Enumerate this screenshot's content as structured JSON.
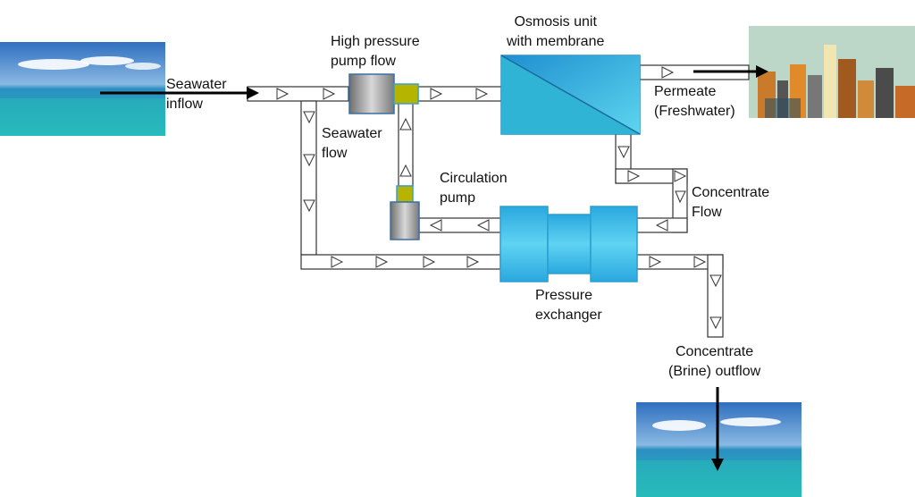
{
  "labels": {
    "seawater_inflow_1": "Seawater",
    "seawater_inflow_2": "inflow",
    "high_pressure_1": "High pressure",
    "high_pressure_2": "pump flow",
    "osmosis_1": "Osmosis unit",
    "osmosis_2": "with membrane",
    "permeate_1": "Permeate",
    "permeate_2": "(Freshwater)",
    "seawater_flow_1": "Seawater",
    "seawater_flow_2": "flow",
    "circulation_1": "Circulation",
    "circulation_2": "pump",
    "concentrate_flow_1": "Concentrate",
    "concentrate_flow_2": "Flow",
    "pressure_exchanger_1": "Pressure",
    "pressure_exchanger_2": "exchanger",
    "brine_1": "Concentrate",
    "brine_2": "(Brine) outflow"
  },
  "colors": {
    "pipe_stroke": "#333333",
    "pump_gray": "#9a9a9a",
    "pump_olive": "#b5b400",
    "membrane_blue": "#35b8e6",
    "exchanger_blue": "#41c4ee",
    "sea_blue": "#1f8bb8",
    "sky_blue": "#4a86c8",
    "city_sky": "#bcd7c7"
  },
  "icons": [
    "seawater-photo",
    "city-skyline-photo",
    "sea-outflow-photo"
  ]
}
